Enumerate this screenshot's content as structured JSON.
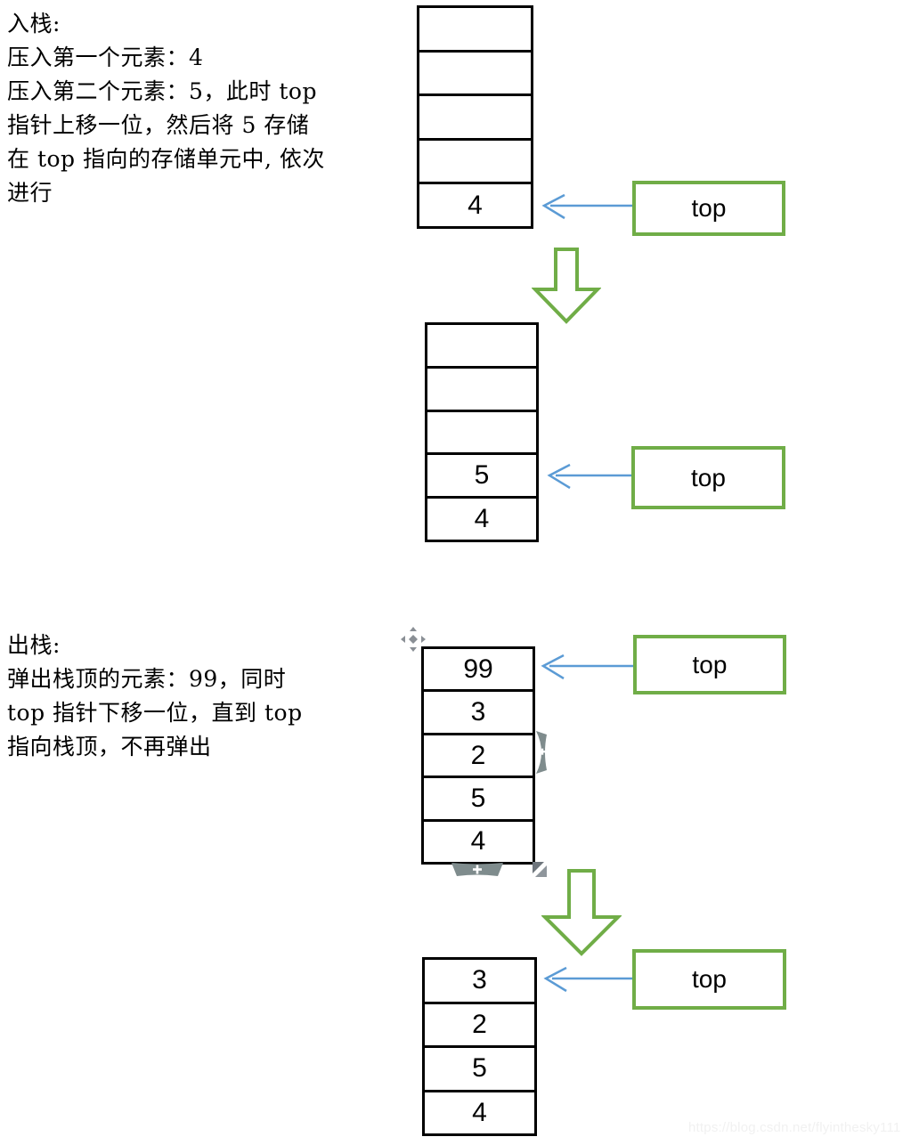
{
  "notes": {
    "push": "入栈:\n压入第一个元素：4\n压入第二个元素：5，此时 top\n指针上移一位，然后将 5 存储\n在 top 指向的存储单元中, 依次\n进行",
    "pop": "出栈:\n弹出栈顶的元素：99，同时\ntop 指针下移一位，直到 top\n指向栈顶，不再弹出"
  },
  "stacks": [
    {
      "id": "stack-1",
      "cells": [
        "",
        "",
        "",
        "",
        "4"
      ]
    },
    {
      "id": "stack-2",
      "cells": [
        "",
        "",
        "",
        "5",
        "4"
      ]
    },
    {
      "id": "stack-3",
      "cells": [
        "99",
        "3",
        "2",
        "5",
        "4"
      ]
    },
    {
      "id": "stack-4",
      "cells": [
        "3",
        "2",
        "5",
        "4"
      ]
    }
  ],
  "top_labels": {
    "label_1": "top",
    "label_2": "top",
    "label_3": "top",
    "label_4": "top"
  },
  "handles": {
    "move_icon": "move-four-arrows-icon",
    "add_column_icon": "plus-icon",
    "add_row_icon": "plus-icon",
    "resize_icon": "resize-corner-icon"
  },
  "watermark": "https://blog.csdn.net/flyinthesky111",
  "colors": {
    "accent_green": "#70AD47",
    "accent_blue": "#5B9BD5",
    "outline_black": "#000000",
    "handle_gray": "#7F8C8D",
    "watermark_gray": "#f1f1f1"
  }
}
